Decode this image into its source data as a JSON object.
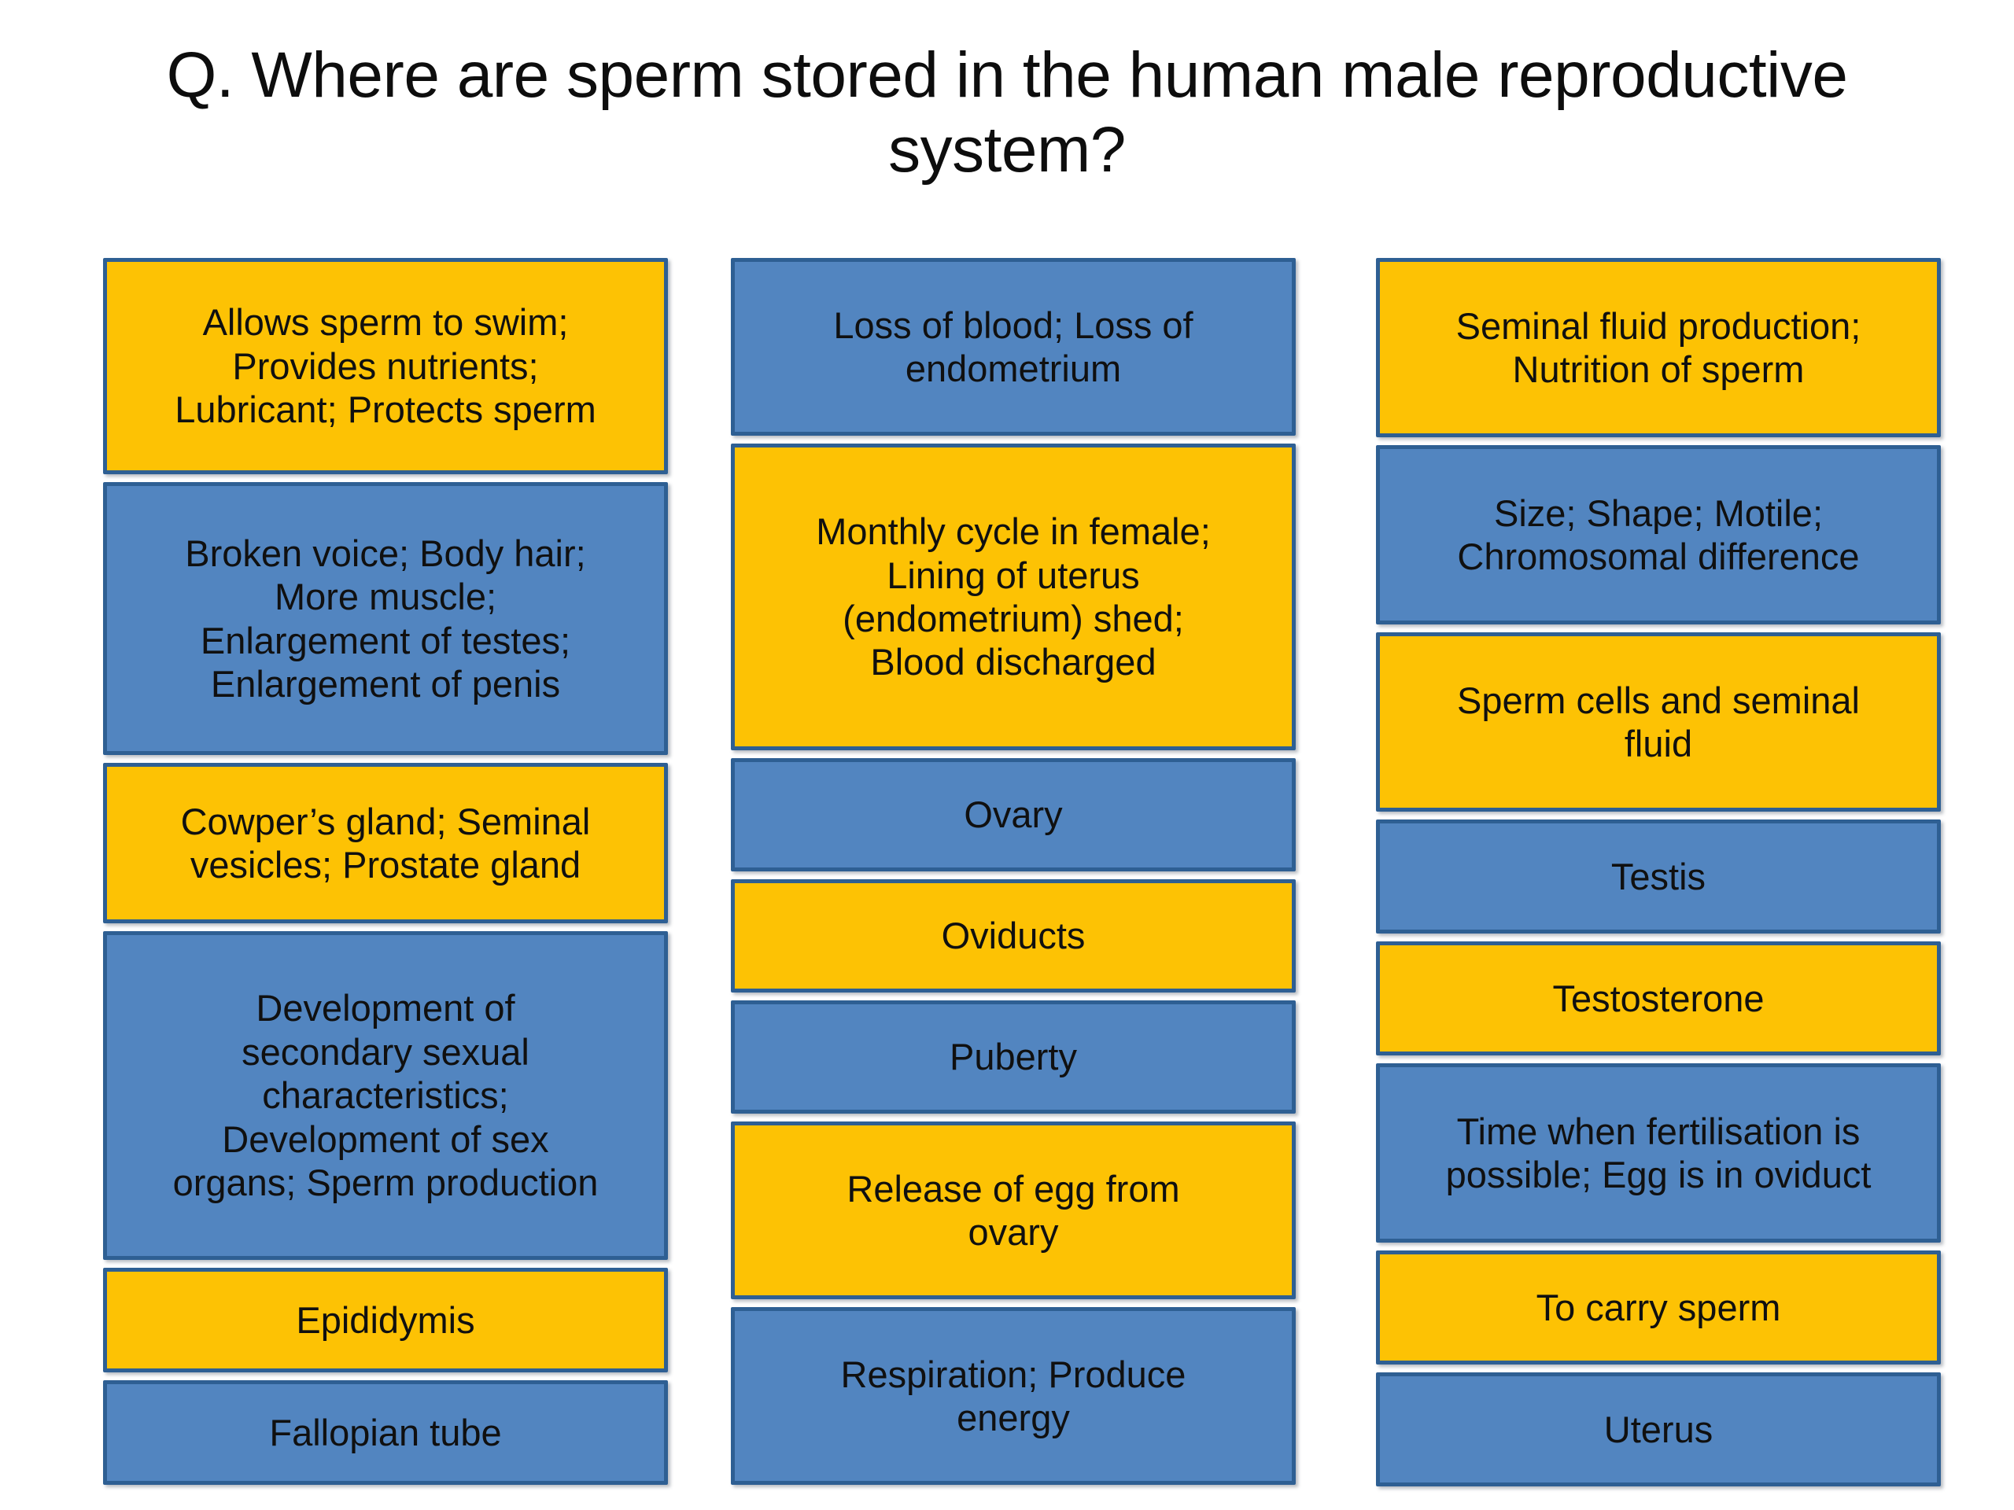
{
  "slide": {
    "background_color": "#ffffff",
    "title": "Q. Where are sperm stored in the human male reproductive system?"
  },
  "theme": {
    "yellow": "#fdc204",
    "blue": "#5285c0",
    "border": "#2e5f93",
    "text": "#101010"
  },
  "columns": [
    {
      "name": "column-1",
      "cards": [
        {
          "color": "yellow",
          "text": "Allows sperm to swim;\nProvides nutrients;\nLubricant; Protects sperm"
        },
        {
          "color": "blue",
          "text": "Broken voice; Body hair;\nMore muscle;\nEnlargement of testes;\nEnlargement of penis"
        },
        {
          "color": "yellow",
          "text": "Cowper’s gland; Seminal\nvesicles; Prostate gland"
        },
        {
          "color": "blue",
          "text": "Development of\nsecondary sexual\ncharacteristics;\nDevelopment of sex\norgans; Sperm production"
        },
        {
          "color": "yellow",
          "text": "Epididymis"
        },
        {
          "color": "blue",
          "text": "Fallopian tube"
        }
      ]
    },
    {
      "name": "column-2",
      "cards": [
        {
          "color": "blue",
          "text": "Loss of blood; Loss of\nendometrium"
        },
        {
          "color": "yellow",
          "text": "Monthly cycle in female;\nLining of uterus\n(endometrium) shed;\nBlood discharged"
        },
        {
          "color": "blue",
          "text": "Ovary"
        },
        {
          "color": "yellow",
          "text": "Oviducts"
        },
        {
          "color": "blue",
          "text": "Puberty"
        },
        {
          "color": "yellow",
          "text": "Release of egg from\novary"
        },
        {
          "color": "blue",
          "text": "Respiration; Produce\nenergy"
        }
      ]
    },
    {
      "name": "column-3",
      "cards": [
        {
          "color": "yellow",
          "text": "Seminal fluid production;\nNutrition of sperm"
        },
        {
          "color": "blue",
          "text": "Size; Shape; Motile;\nChromosomal difference"
        },
        {
          "color": "yellow",
          "text": "Sperm cells and seminal\nfluid"
        },
        {
          "color": "blue",
          "text": "Testis"
        },
        {
          "color": "yellow",
          "text": "Testosterone"
        },
        {
          "color": "blue",
          "text": "Time when fertilisation is\npossible; Egg is in oviduct"
        },
        {
          "color": "yellow",
          "text": "To carry sperm"
        },
        {
          "color": "blue",
          "text": "Uterus"
        }
      ]
    }
  ]
}
